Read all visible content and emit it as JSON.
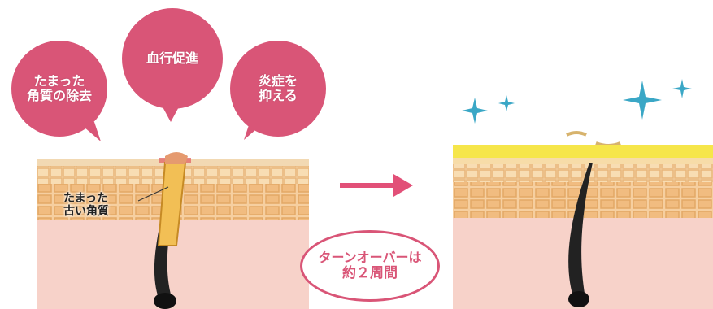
{
  "bubbles": {
    "left": {
      "line1": "たまった",
      "line2": "角質の除去"
    },
    "center": {
      "line1": "血行促進"
    },
    "right": {
      "line1": "炎症を",
      "line2": "抑える"
    }
  },
  "old_cells_label": {
    "line1": "たまった",
    "line2": "古い角質"
  },
  "turnover": {
    "line1": "ターンオーバーは",
    "line2": "約２周間"
  },
  "colors": {
    "bubble": "#d95577",
    "skin_top": "#f6d7a8",
    "skin_grid": "#e3a866",
    "dermis": "#f7d0c8",
    "arrow": "#e25078",
    "sparkle": "#3aa7c6",
    "new_layer": "#f6e64a"
  }
}
